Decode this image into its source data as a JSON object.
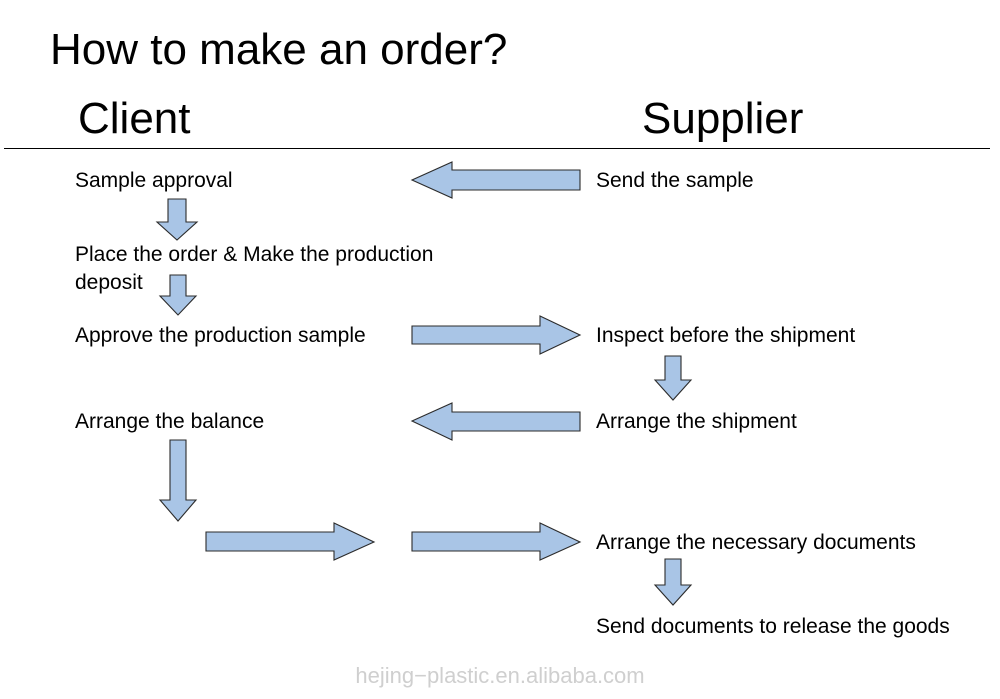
{
  "title": "How to make an order?",
  "headers": {
    "client": "Client",
    "supplier": "Supplier"
  },
  "client_steps": [
    "Sample approval",
    "Place the order & Make the production deposit",
    "Approve the production sample",
    "Arrange the balance"
  ],
  "supplier_steps": [
    "Send the sample",
    "Inspect before the shipment",
    "Arrange the shipment",
    "Arrange the necessary documents",
    "Send documents to release the goods"
  ],
  "colors": {
    "arrow_fill": "#a9c5e6",
    "arrow_stroke": "#2b2b2b",
    "watermark": "#cfcfcf"
  },
  "watermark": "hejing−plastic.en.alibaba.com"
}
